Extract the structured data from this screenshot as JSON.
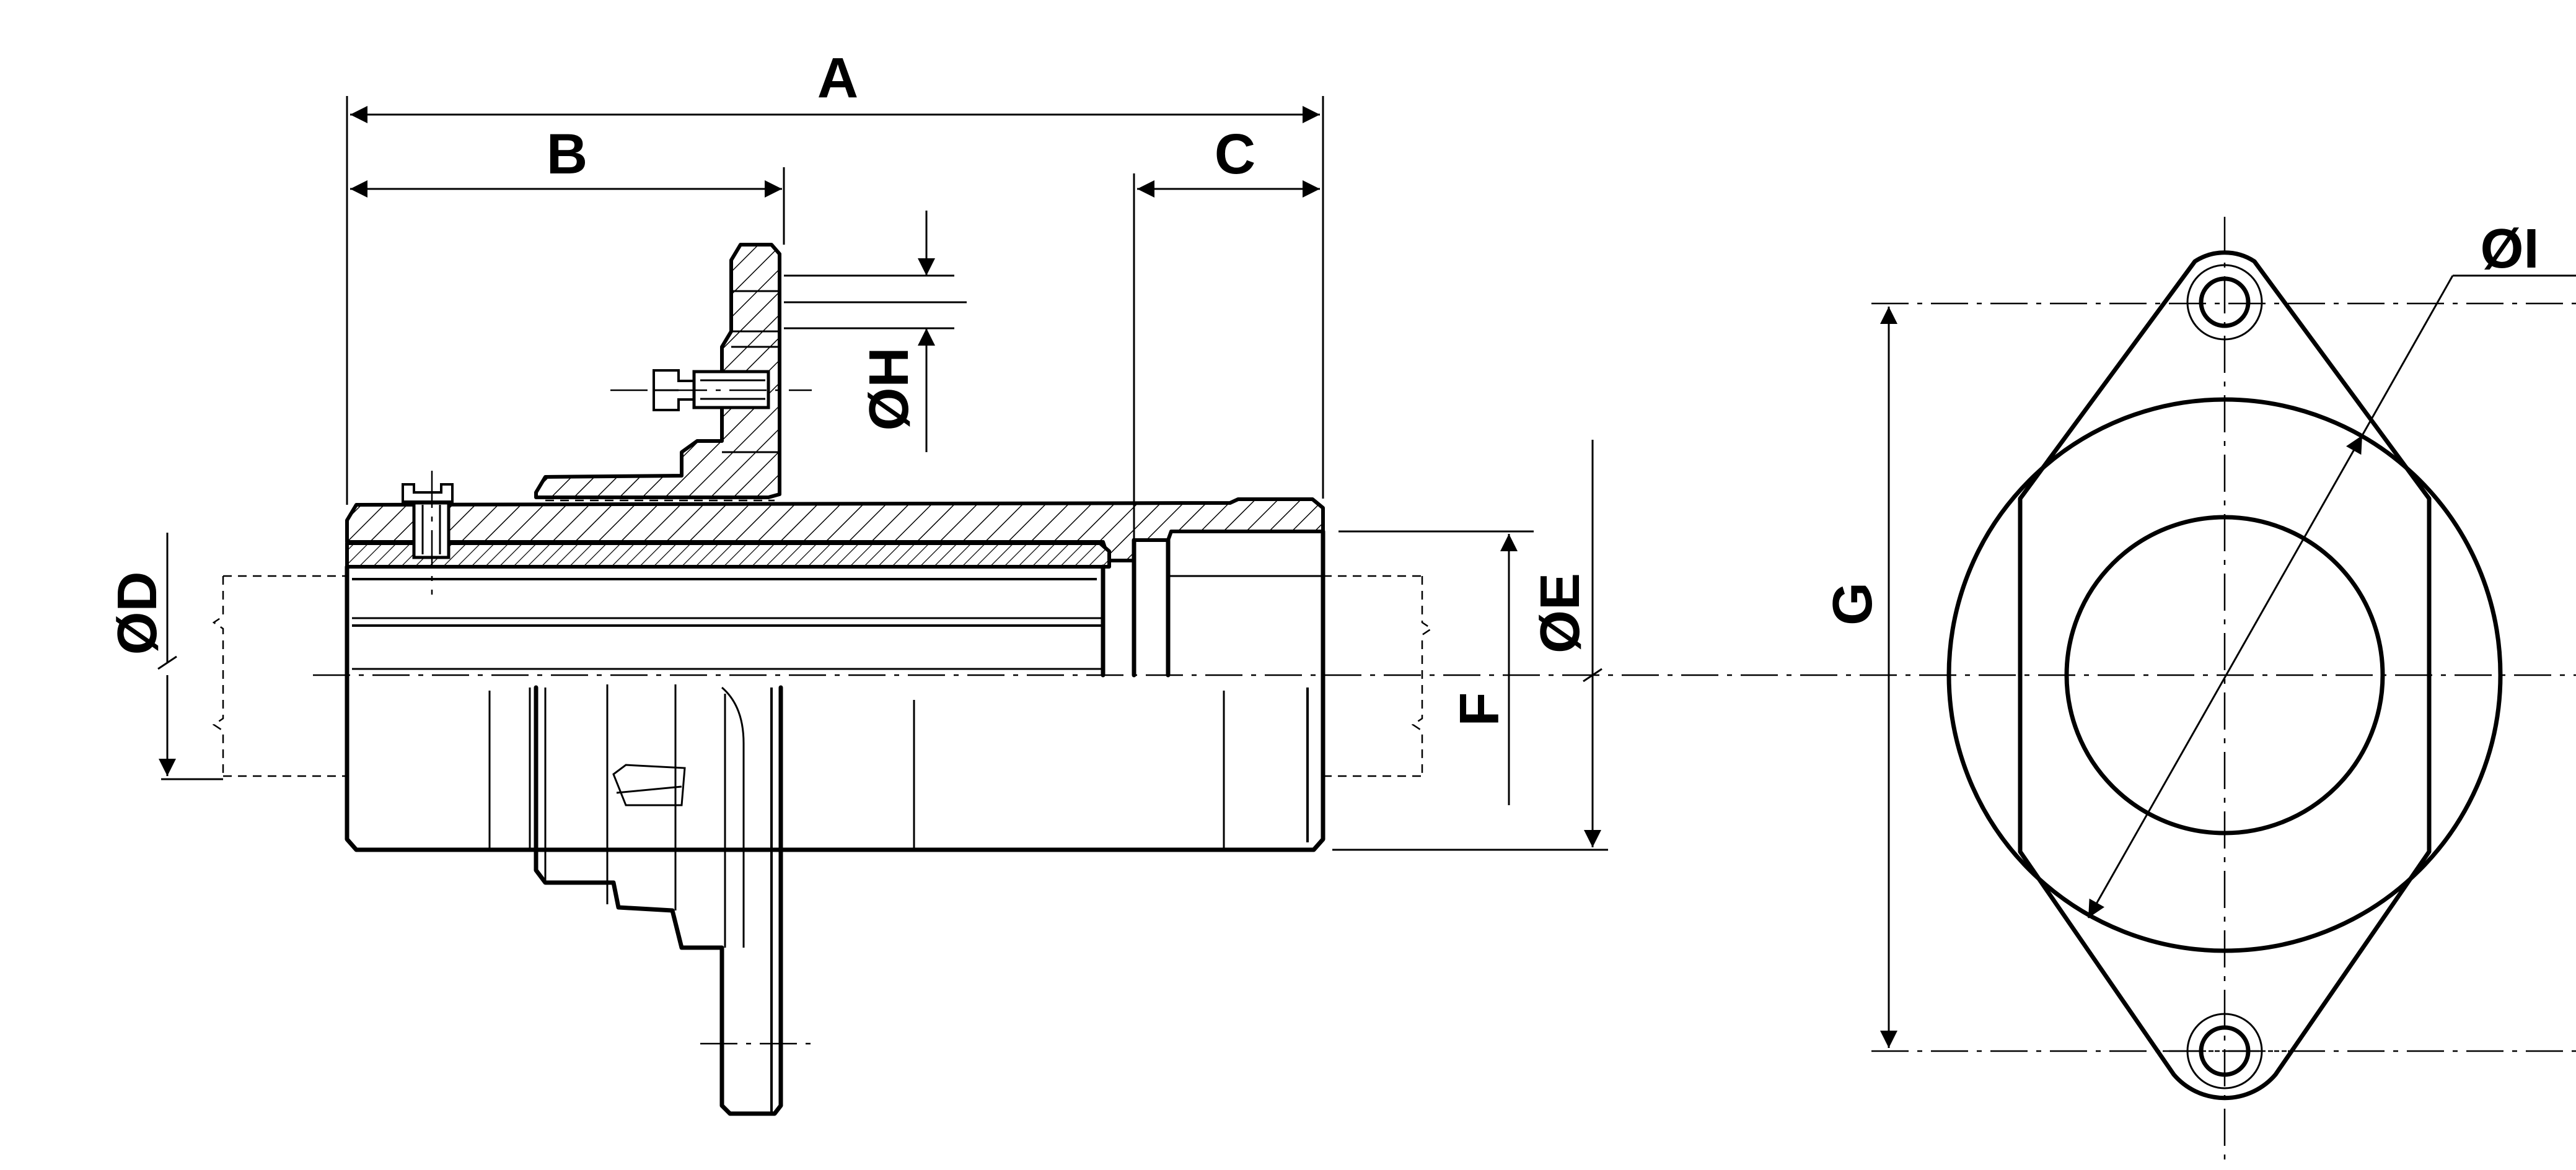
{
  "labels": {
    "A": "A",
    "B": "B",
    "C": "C",
    "D": "ØD",
    "E": "ØE",
    "F": "F",
    "G": "G",
    "H": "ØH",
    "I": "ØI"
  }
}
